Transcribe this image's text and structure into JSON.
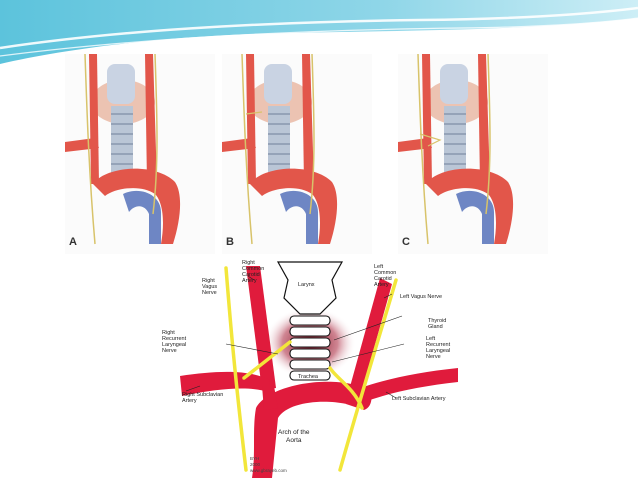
{
  "panels": [
    {
      "letter": "A"
    },
    {
      "letter": "B"
    },
    {
      "letter": "C"
    }
  ],
  "diagram": {
    "labels": {
      "right_common_carotid": [
        "Right",
        "Common",
        "Carotid",
        "Artery"
      ],
      "left_common_carotid": [
        "Left",
        "Common",
        "Carotid",
        "Artery"
      ],
      "larynx": "Larynx",
      "right_vagus": [
        "Right",
        "Vagus",
        "Nerve"
      ],
      "left_vagus": "Left Vagus Nerve",
      "thyroid": [
        "Thyroid",
        "Gland"
      ],
      "right_recurrent": [
        "Right",
        "Recurrent",
        "Laryngeal",
        "Nerve"
      ],
      "left_recurrent": [
        "Left",
        "Recurrent",
        "Laryngeal",
        "Nerve"
      ],
      "trachea": "Trachea",
      "right_subclavian": [
        "Right Subclavian",
        "Artery"
      ],
      "left_subclavian": "Left Subclavian Artery",
      "arch": [
        "Arch of the",
        "Aorta"
      ],
      "credit": [
        "BYH",
        "2000",
        "www.gbrayeb.com"
      ]
    }
  },
  "colors": {
    "banner_teal": "#4fb8d4",
    "artery_red": "#e01b3c",
    "nerve_yellow": "#f2e63a",
    "thyroid_shade": "#7a1020"
  }
}
